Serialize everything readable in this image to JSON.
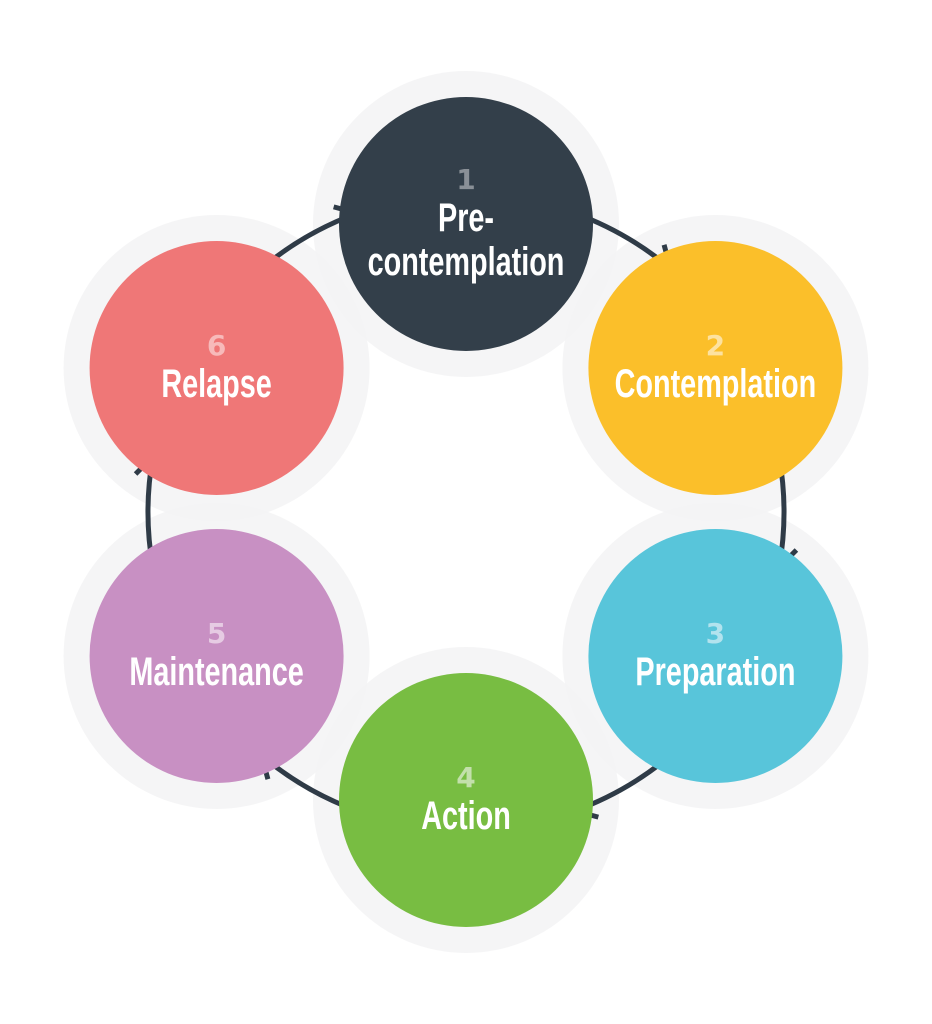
{
  "diagram": {
    "type": "cycle",
    "stages": [
      {
        "number": "1",
        "label_lines": [
          "Pre-",
          "contemplation"
        ],
        "color": "#333f4a",
        "number_color": "#8a9097"
      },
      {
        "number": "2",
        "label_lines": [
          "Contemplation"
        ],
        "color": "#fbbf2a",
        "number_color": "#fde2a0"
      },
      {
        "number": "3",
        "label_lines": [
          "Preparation"
        ],
        "color": "#58c5da",
        "number_color": "#b2e3ee"
      },
      {
        "number": "4",
        "label_lines": [
          "Action"
        ],
        "color": "#78bd42",
        "number_color": "#c3e0ab"
      },
      {
        "number": "5",
        "label_lines": [
          "Maintenance"
        ],
        "color": "#c890c3",
        "number_color": "#e6cbe3"
      },
      {
        "number": "6",
        "label_lines": [
          "Relapse"
        ],
        "color": "#ef7777",
        "number_color": "#f7baba"
      }
    ],
    "ring_color": "#f3f3f5",
    "arrow_color": "#2f3b47",
    "arrow_direction": "clockwise"
  }
}
